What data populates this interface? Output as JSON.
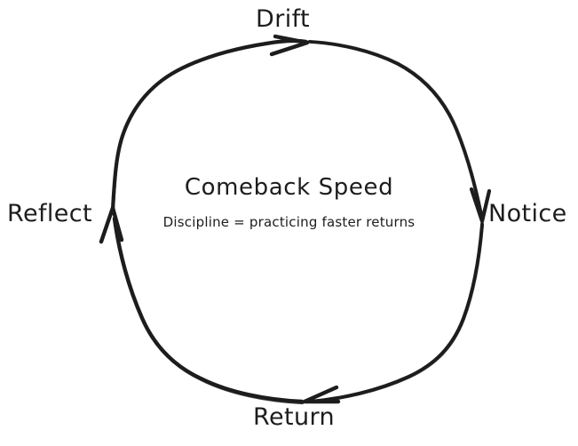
{
  "diagram": {
    "kind": "cycle-diagram",
    "style": "hand-drawn",
    "background_color": "#ffffff",
    "stroke_color": "#1d1d1d",
    "text_color": "#1d1d1d",
    "center": {
      "title": "Comeback Speed",
      "subtitle": "Discipline = practicing faster returns"
    },
    "nodes": [
      {
        "id": "drift",
        "label": "Drift",
        "position": "top"
      },
      {
        "id": "notice",
        "label": "Notice",
        "position": "right"
      },
      {
        "id": "return",
        "label": "Return",
        "position": "bottom"
      },
      {
        "id": "reflect",
        "label": "Reflect",
        "position": "left"
      }
    ],
    "edges": [
      {
        "from": "reflect",
        "to": "drift",
        "direction": "clockwise",
        "arrow": "arrow-right-up"
      },
      {
        "from": "drift",
        "to": "notice",
        "direction": "clockwise",
        "arrow": "arrow-down"
      },
      {
        "from": "notice",
        "to": "return",
        "direction": "clockwise",
        "arrow": "arrow-left-down"
      },
      {
        "from": "return",
        "to": "reflect",
        "direction": "clockwise",
        "arrow": "arrow-up"
      }
    ]
  }
}
